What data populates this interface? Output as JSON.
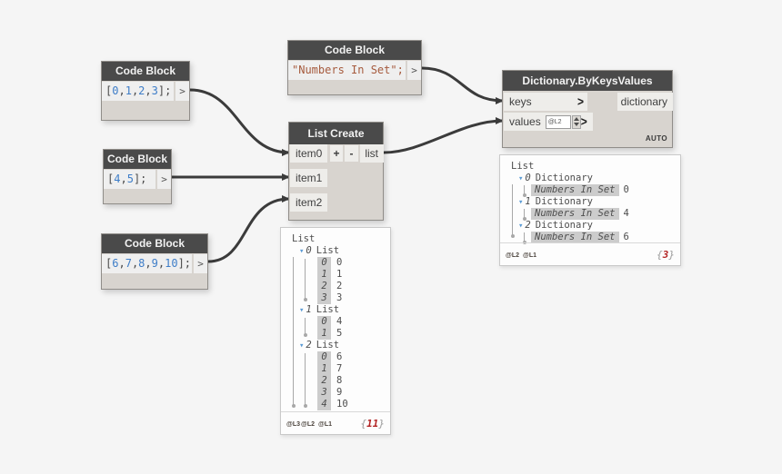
{
  "canvas": {
    "background": "#f5f5f5"
  },
  "colors": {
    "node_header": "#4a4a4a",
    "node_body": "#d8d4cf",
    "chip": "#eeedea",
    "wire": "#3b3b3b",
    "number_literal": "#3d7dc8",
    "string_literal": "#a65b3e",
    "punctuation": "#4a4a4a",
    "preview_badge": "#cccccc",
    "expand_triangle": "#5b9bd5",
    "count_red": "#b22222"
  },
  "ports": {
    "out_symbol": ">",
    "level_chevron": ">"
  },
  "icons": {
    "collapse_arrow": "▾"
  },
  "nodes": {
    "cb1": {
      "title": "Code Block",
      "tokens": [
        {
          "text": "[",
          "type": "p"
        },
        {
          "text": "0",
          "type": "n"
        },
        {
          "text": ",",
          "type": "p"
        },
        {
          "text": "1",
          "type": "n"
        },
        {
          "text": ",",
          "type": "p"
        },
        {
          "text": "2",
          "type": "n"
        },
        {
          "text": ",",
          "type": "p"
        },
        {
          "text": "3",
          "type": "n"
        },
        {
          "text": "];",
          "type": "p"
        }
      ]
    },
    "cb2": {
      "title": "Code Block",
      "tokens": [
        {
          "text": "[",
          "type": "p"
        },
        {
          "text": "4",
          "type": "n"
        },
        {
          "text": ",",
          "type": "p"
        },
        {
          "text": "5",
          "type": "n"
        },
        {
          "text": "];",
          "type": "p"
        }
      ]
    },
    "cb3": {
      "title": "Code Block",
      "tokens": [
        {
          "text": "[",
          "type": "p"
        },
        {
          "text": "6",
          "type": "n"
        },
        {
          "text": ",",
          "type": "p"
        },
        {
          "text": "7",
          "type": "n"
        },
        {
          "text": ",",
          "type": "p"
        },
        {
          "text": "8",
          "type": "n"
        },
        {
          "text": ",",
          "type": "p"
        },
        {
          "text": "9",
          "type": "n"
        },
        {
          "text": ",",
          "type": "p"
        },
        {
          "text": "10",
          "type": "n"
        },
        {
          "text": "];",
          "type": "p"
        }
      ]
    },
    "cb4": {
      "title": "Code Block",
      "tokens": [
        {
          "text": "\"Numbers In Set\";",
          "type": "s"
        }
      ]
    },
    "list_create": {
      "title": "List Create",
      "inputs": [
        "item0",
        "item1",
        "item2"
      ],
      "add_button": "+",
      "remove_button": "-",
      "output": "list"
    },
    "dictionary": {
      "title": "Dictionary.ByKeysValues",
      "input_keys": "keys",
      "input_values": "values",
      "level_value": "@L2",
      "output": "dictionary",
      "auto_badge": "AUTO"
    }
  },
  "list_preview": {
    "root_label": "List",
    "groups": [
      {
        "index": "0",
        "label": "List",
        "items": [
          {
            "index": "0",
            "value": "0"
          },
          {
            "index": "1",
            "value": "1"
          },
          {
            "index": "2",
            "value": "2"
          },
          {
            "index": "3",
            "value": "3"
          }
        ]
      },
      {
        "index": "1",
        "label": "List",
        "items": [
          {
            "index": "0",
            "value": "4"
          },
          {
            "index": "1",
            "value": "5"
          }
        ]
      },
      {
        "index": "2",
        "label": "List",
        "items": [
          {
            "index": "0",
            "value": "6"
          },
          {
            "index": "1",
            "value": "7"
          },
          {
            "index": "2",
            "value": "8"
          },
          {
            "index": "3",
            "value": "9"
          },
          {
            "index": "4",
            "value": "10"
          }
        ]
      }
    ],
    "levels": [
      "@L3",
      "@L2",
      "@L1"
    ],
    "brace_open": "{",
    "count": "11",
    "brace_close": "}"
  },
  "dict_preview": {
    "root_label": "List",
    "entries": [
      {
        "index": "0",
        "type": "Dictionary",
        "key": "Numbers In Set",
        "value": "0"
      },
      {
        "index": "1",
        "type": "Dictionary",
        "key": "Numbers In Set",
        "value": "4"
      },
      {
        "index": "2",
        "type": "Dictionary",
        "key": "Numbers In Set",
        "value": "6"
      }
    ],
    "levels": [
      "@L2",
      "@L1"
    ],
    "brace_open": "{",
    "count": "3",
    "brace_close": "}"
  }
}
